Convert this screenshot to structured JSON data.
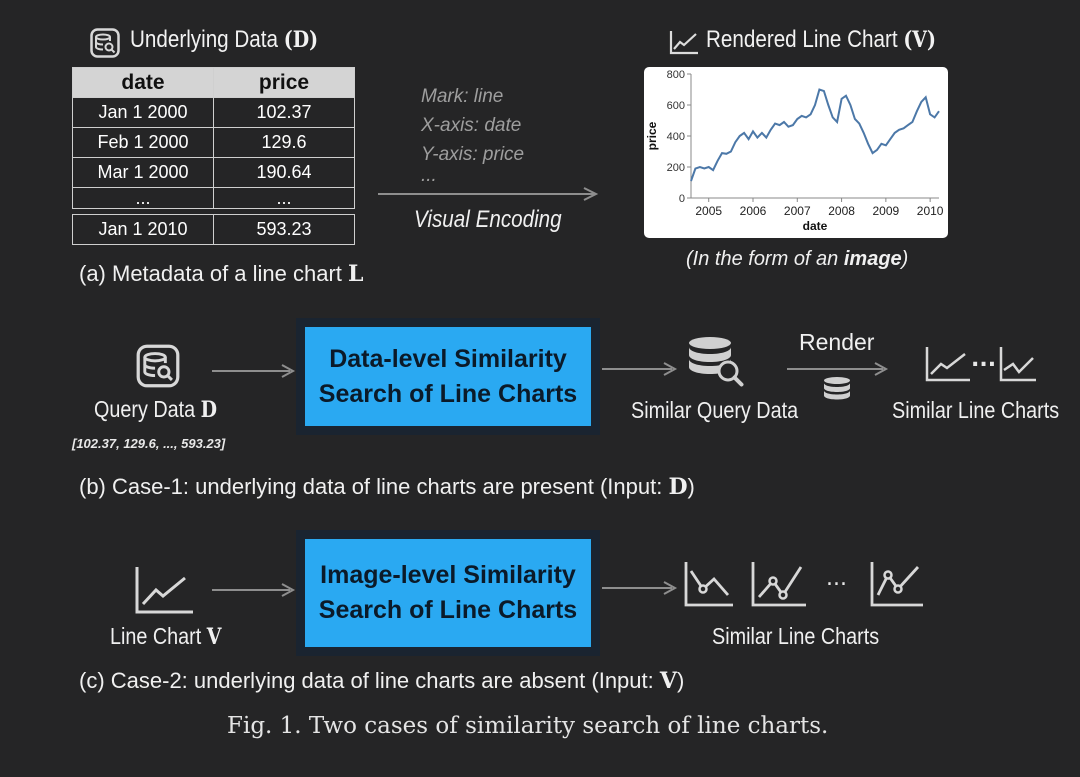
{
  "panel_a": {
    "data_title": "Underlying Data",
    "data_symbol": "(D)",
    "table": {
      "headers": [
        "date",
        "price"
      ],
      "rows": [
        [
          "Jan 1 2000",
          "102.37"
        ],
        [
          "Feb 1 2000",
          "129.6"
        ],
        [
          "Mar 1 2000",
          "190.64"
        ]
      ],
      "ellipsis": [
        "...",
        "..."
      ],
      "last_row": [
        "Jan 1 2010",
        "593.23"
      ]
    },
    "encoding_lines": [
      "Mark: line",
      "X-axis: date",
      "Y-axis: price",
      "..."
    ],
    "encoding_label": "Visual Encoding",
    "chart_title": "Rendered Line Chart",
    "chart_symbol": "(V)",
    "image_note_prefix": "(In the form of an ",
    "image_note_bold": "image",
    "image_note_suffix": ")",
    "caption": "(a) Metadata of a line chart",
    "caption_symbol": "L"
  },
  "chart_data": {
    "type": "line",
    "xlabel": "date",
    "ylabel": "price",
    "x_ticks": [
      "2005",
      "2006",
      "2007",
      "2008",
      "2009",
      "2010"
    ],
    "y_ticks": [
      "0",
      "200",
      "400",
      "600",
      "800"
    ],
    "ylim": [
      0,
      800
    ],
    "xlim": [
      2004.6,
      2010.2
    ],
    "grid": false,
    "color": "#4c78a8",
    "x": [
      2004.6,
      2004.7,
      2004.8,
      2004.9,
      2005.0,
      2005.1,
      2005.2,
      2005.3,
      2005.4,
      2005.5,
      2005.6,
      2005.7,
      2005.8,
      2005.9,
      2006.0,
      2006.1,
      2006.2,
      2006.3,
      2006.4,
      2006.5,
      2006.6,
      2006.7,
      2006.8,
      2006.9,
      2007.0,
      2007.1,
      2007.2,
      2007.3,
      2007.4,
      2007.5,
      2007.6,
      2007.7,
      2007.8,
      2007.9,
      2008.0,
      2008.1,
      2008.2,
      2008.3,
      2008.4,
      2008.5,
      2008.6,
      2008.7,
      2008.8,
      2008.9,
      2009.0,
      2009.1,
      2009.2,
      2009.3,
      2009.4,
      2009.5,
      2009.6,
      2009.7,
      2009.8,
      2009.9,
      2010.0,
      2010.1,
      2010.2
    ],
    "y": [
      110,
      190,
      200,
      190,
      200,
      180,
      240,
      290,
      285,
      300,
      360,
      400,
      420,
      380,
      430,
      390,
      420,
      390,
      440,
      480,
      470,
      490,
      460,
      470,
      510,
      530,
      520,
      540,
      600,
      700,
      690,
      600,
      520,
      490,
      640,
      660,
      600,
      510,
      480,
      420,
      350,
      290,
      310,
      350,
      340,
      380,
      420,
      440,
      450,
      470,
      490,
      560,
      620,
      650,
      540,
      520,
      560
    ]
  },
  "panel_b": {
    "query_label": "Query Data",
    "query_symbol": "D",
    "query_values": "[102.37, 129.6, ..., 593.23]",
    "box_line1": "Data-level Similarity",
    "box_line2": "Search of Line Charts",
    "similar_data_label": "Similar Query Data",
    "render_label": "Render",
    "similar_charts_label": "Similar Line Charts",
    "icon_ellipsis": "...",
    "caption": "(b) Case-1: underlying data of line charts are present (Input: ",
    "caption_symbol": "D",
    "caption_end": ")"
  },
  "panel_c": {
    "chart_label": "Line Chart",
    "chart_symbol": "V",
    "box_line1": "Image-level Similarity",
    "box_line2": "Search of Line Charts",
    "similar_charts_label": "Similar Line Charts",
    "icon_ellipsis": "...",
    "caption": "(c) Case-2: underlying data of line charts are absent (Input: ",
    "caption_symbol": "V",
    "caption_end": ")"
  },
  "figure_caption": "Fig. 1.  Two cases of similarity search of line charts."
}
